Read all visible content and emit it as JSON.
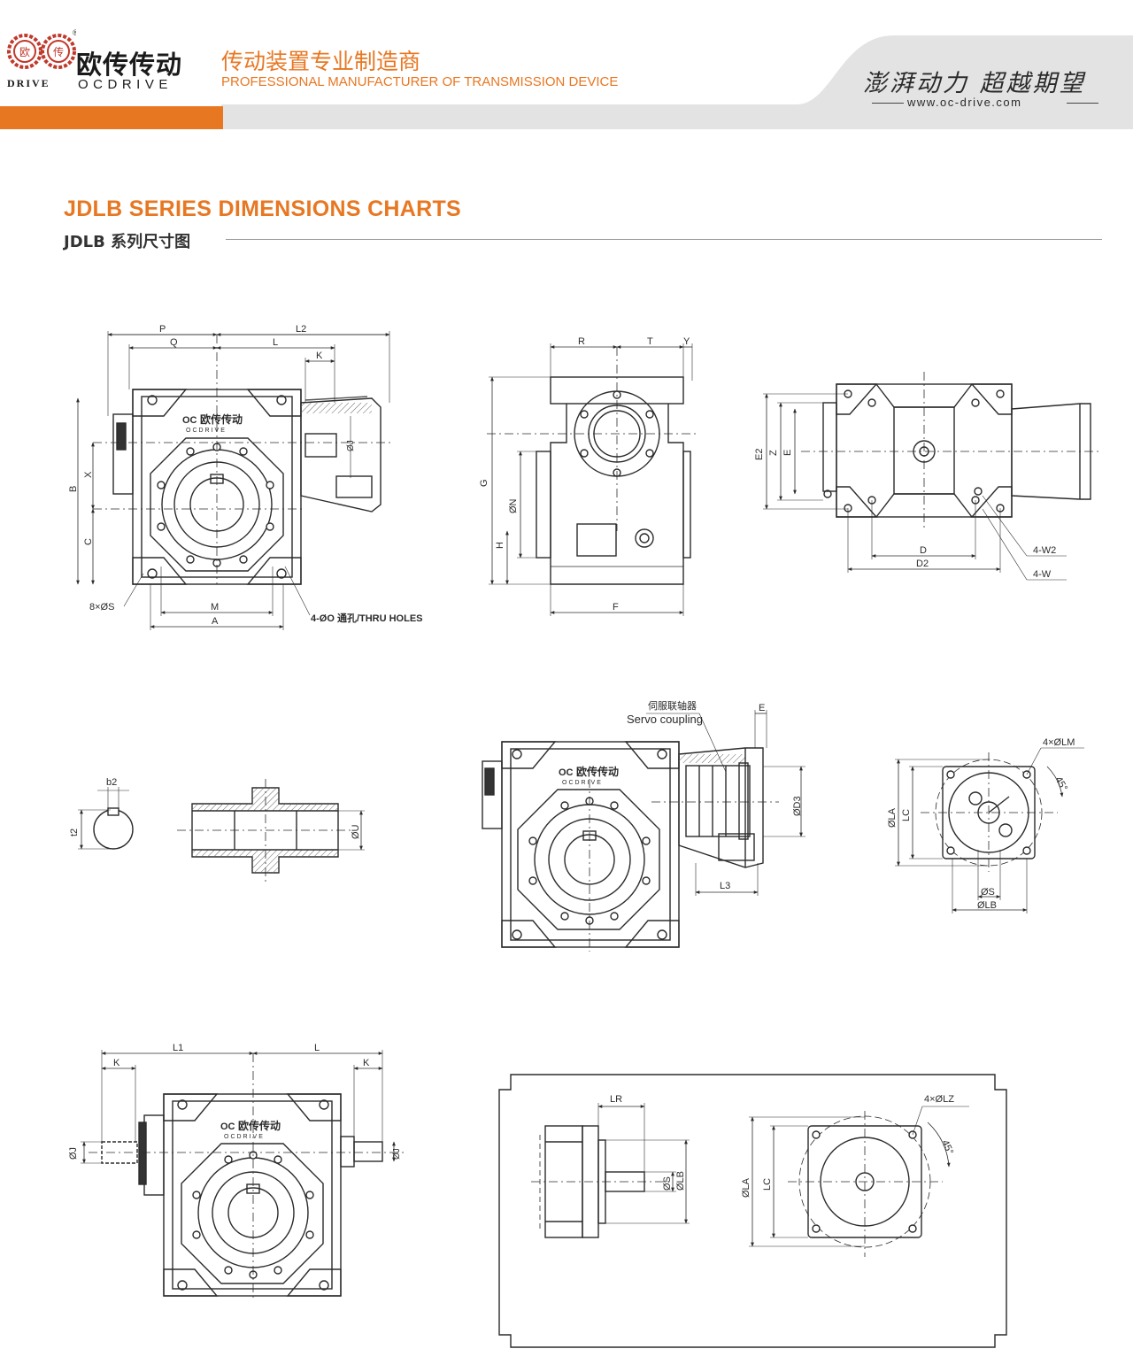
{
  "header": {
    "logo_mark_left": "欧",
    "logo_mark_right": "传",
    "logo_drive": "DRIVE",
    "registered": "®",
    "brand_cn": "欧传传动",
    "brand_en": "OCDRIVE",
    "tagline_cn": "传动装置专业制造商",
    "tagline_en": "PROFESSIONAL MANUFACTURER OF TRANSMISSION DEVICE",
    "slogan": "澎湃动力 超越期望",
    "url": "www.oc-drive.com",
    "accent_color": "#e87722"
  },
  "section": {
    "title_en": "JDLB SERIES DIMENSIONS CHARTS",
    "title_cn": "JDLB 系列尺寸图"
  },
  "body_logo": {
    "cn": "欧传传动",
    "en": "OCDRIVE",
    "mark": "OC"
  },
  "labels": {
    "P": "P",
    "Q": "Q",
    "L": "L",
    "L2": "L2",
    "K": "K",
    "B": "B",
    "X": "X",
    "C": "C",
    "M": "M",
    "A": "A",
    "S8": "8×ØS",
    "O4": "4-ØO 通孔/THRU HOLES",
    "J": "ØJ",
    "R": "R",
    "T": "T",
    "Y": "Y",
    "G": "G",
    "H": "H",
    "N": "ØN",
    "F": "F",
    "E2": "E2",
    "Z": "Z",
    "E": "E",
    "D": "D",
    "D2": "D2",
    "W2": "4-W2",
    "W": "4-W",
    "b2": "b2",
    "t2": "t2",
    "U": "ØU",
    "coupling_cn": "伺服联轴器",
    "coupling_en": "Servo coupling",
    "D3": "ØD3",
    "L3": "L3",
    "LM": "4×ØLM",
    "deg45": "45°",
    "LA": "ØLA",
    "LC": "LC",
    "S": "ØS",
    "LB": "ØLB",
    "L1": "L1",
    "LR": "LR",
    "LZ": "4×ØLZ"
  }
}
